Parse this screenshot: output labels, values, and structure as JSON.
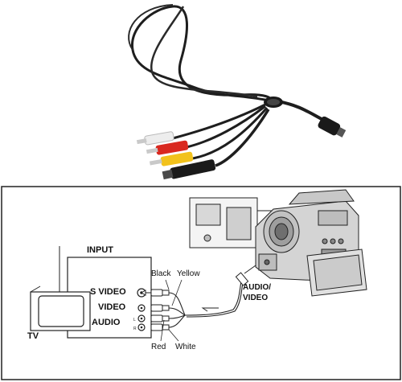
{
  "labels": {
    "input": "INPUT",
    "s_video": "S VIDEO",
    "video": "VIDEO",
    "audio": "AUDIO",
    "tv": "TV",
    "black": "Black",
    "yellow": "Yellow",
    "red": "Red",
    "white": "White",
    "audio_video_line1": "AUDIO/",
    "audio_video_line2": "VIDEO"
  },
  "colors": {
    "cable": "#1e1e1e",
    "plug_red": "#d9281f",
    "plug_yellow": "#f2c21c",
    "plug_white": "#ededed",
    "line_art": "#222222"
  },
  "icons": [
    "s-video-jack-icon",
    "rca-jack-icon",
    "signal-arrow-icon"
  ]
}
